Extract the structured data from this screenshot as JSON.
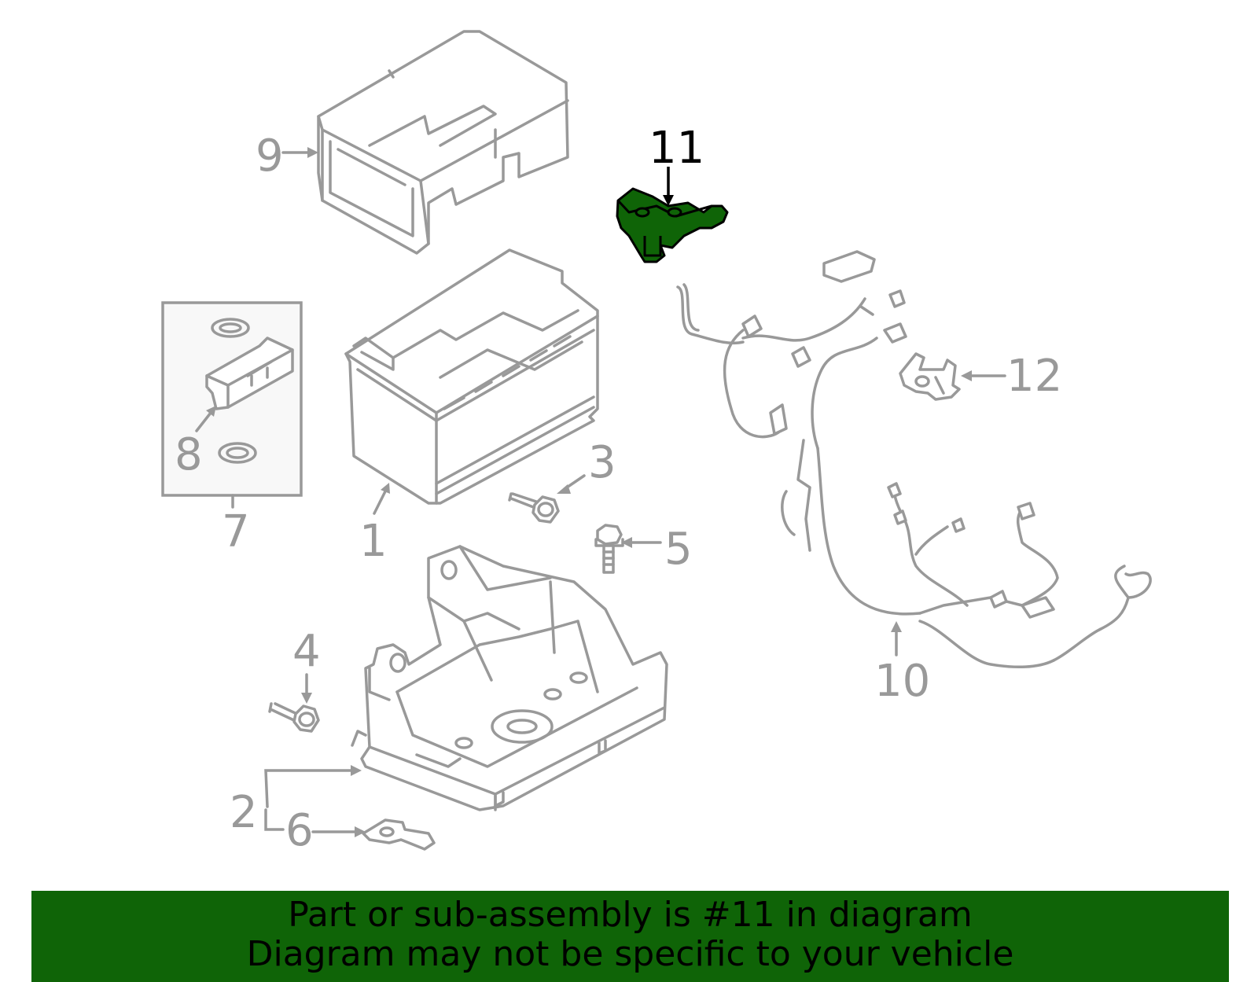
{
  "diagram": {
    "highlight_color": "#0f6407",
    "part_line_color": "#999999",
    "callouts": {
      "c1": "1",
      "c2": "2",
      "c3": "3",
      "c4": "4",
      "c5": "5",
      "c6": "6",
      "c7": "7",
      "c8": "8",
      "c9": "9",
      "c10": "10",
      "c11": "11",
      "c12": "12"
    },
    "highlighted_part": "11"
  },
  "banner": {
    "line1": "Part or sub-assembly is #11 in diagram",
    "line2": "Diagram may not be specific to your vehicle",
    "background": "#0f6407"
  }
}
